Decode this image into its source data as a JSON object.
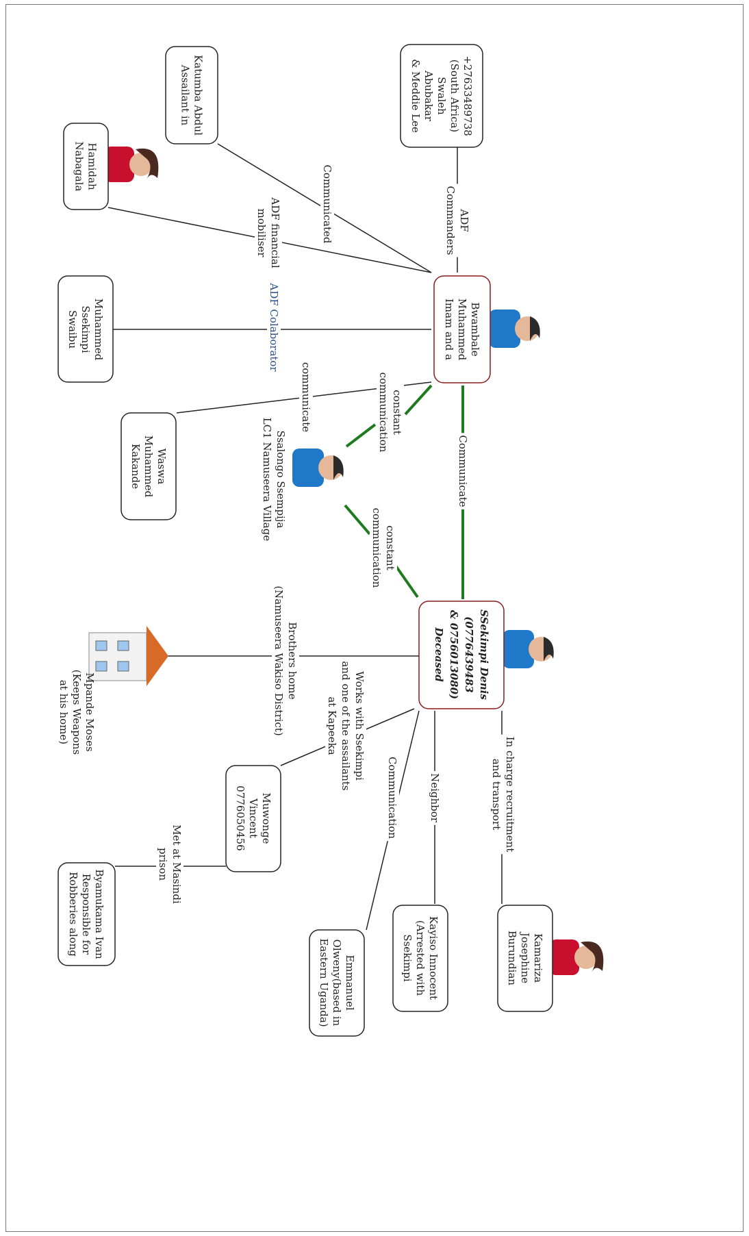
{
  "nodes": [
    {
      "id": "phone",
      "lines": [
        "+27633489738",
        "(South Africa)",
        "Swaleh",
        "Abubakar",
        "& Meddie Lee"
      ]
    },
    {
      "id": "katumba",
      "lines": [
        "Katumba Abdul",
        "Assailant in"
      ]
    },
    {
      "id": "hamidah",
      "lines": [
        "Hamidah",
        "Nabagala"
      ]
    },
    {
      "id": "bwambale",
      "lines": [
        "Bwambale",
        "Muhammed",
        "Imam and a"
      ]
    },
    {
      "id": "sseekimpi_swaibu",
      "lines": [
        "Muhammed",
        "Ssekimpi",
        "Swaibu"
      ]
    },
    {
      "id": "waswa",
      "lines": [
        "Waswa",
        "Muhammed",
        "Kakande"
      ]
    },
    {
      "id": "ssalongo",
      "lines": [
        "Ssalongo Ssempija",
        "LC1 Namuseera Village"
      ]
    },
    {
      "id": "denis",
      "lines": [
        "SSekimpi Denis",
        "(0776439483",
        "& 0756013080)",
        "Deceased"
      ]
    },
    {
      "id": "mpande",
      "lines": [
        "Mpande Moses",
        "(Keeps Weapons",
        "at his home)"
      ]
    },
    {
      "id": "muwonge",
      "lines": [
        "Muwonge",
        "Vincent",
        "0776050456"
      ]
    },
    {
      "id": "byamukama",
      "lines": [
        "Byamukama Ivan",
        "Responsible for",
        "Robberies along"
      ]
    },
    {
      "id": "emmanuel",
      "lines": [
        "Emmanuel",
        "Olweny(based in",
        "Eastern Uganda)"
      ]
    },
    {
      "id": "kayiso",
      "lines": [
        "Kayiso Innocent",
        "(Arrested with",
        "Ssekimpi"
      ]
    },
    {
      "id": "kamariza",
      "lines": [
        "Kamariza",
        "Josephine",
        "Burundian"
      ]
    }
  ],
  "edges": [
    {
      "id": "adf_commanders",
      "lines": [
        "ADF",
        "Commanders"
      ]
    },
    {
      "id": "communicated",
      "lines": [
        "Communicated"
      ]
    },
    {
      "id": "financial",
      "lines": [
        "ADF financial",
        "mobiliser"
      ]
    },
    {
      "id": "colaborator",
      "lines": [
        "ADF Colaborator"
      ]
    },
    {
      "id": "communicate_waswa",
      "lines": [
        "communicate"
      ]
    },
    {
      "id": "constant1",
      "lines": [
        "constant",
        "communication"
      ]
    },
    {
      "id": "communicate_denis",
      "lines": [
        "Communicate"
      ]
    },
    {
      "id": "constant2",
      "lines": [
        "constant",
        "communication"
      ]
    },
    {
      "id": "brothers_home",
      "lines": [
        "Brothers home",
        "(Namuseera Wakiso District)"
      ]
    },
    {
      "id": "works_with",
      "lines": [
        "Works with Ssekimpi",
        "and one of the assailants",
        "at Kapeeka"
      ]
    },
    {
      "id": "met_masindi",
      "lines": [
        "Met at Masindi",
        "prison"
      ]
    },
    {
      "id": "communication",
      "lines": [
        "Communication"
      ]
    },
    {
      "id": "neighbor",
      "lines": [
        "Neighbor"
      ]
    },
    {
      "id": "in_charge",
      "lines": [
        "In charge recruitment",
        "and transport"
      ]
    }
  ],
  "colors": {
    "green_edge": "#1e7a1e",
    "red_border": "#8b1a1a",
    "blue_text": "#2a4f8f",
    "person_shirt": "#1f78c8",
    "woman_shirt": "#c8102e"
  }
}
